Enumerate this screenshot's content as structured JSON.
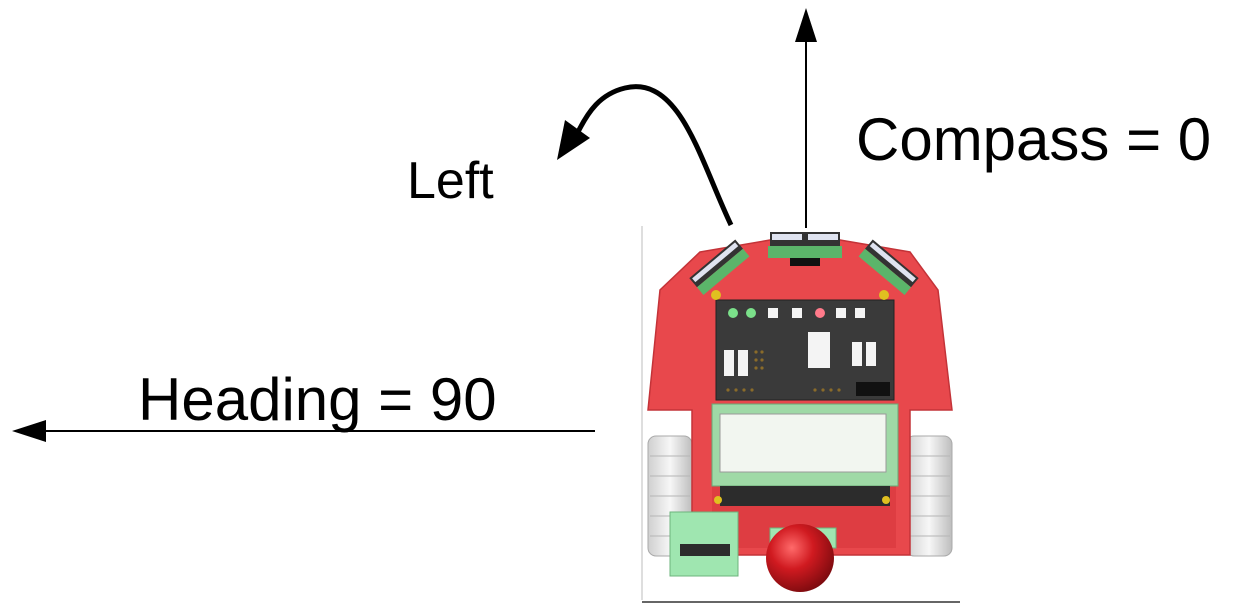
{
  "labels": {
    "compass": "Compass = 0",
    "turn": "Left",
    "heading": "Heading = 90"
  },
  "robot": {
    "description_icon": "robot-icon"
  },
  "colors": {
    "arrow": "#000000",
    "chassis": "#e8484c",
    "board": "#3a3a3a",
    "track": "#e6e6e6",
    "lcd": "#f2f6f0",
    "sensor_green": "#5bb56a",
    "ball": "#c4141a",
    "battery": "#9fe6b0"
  }
}
